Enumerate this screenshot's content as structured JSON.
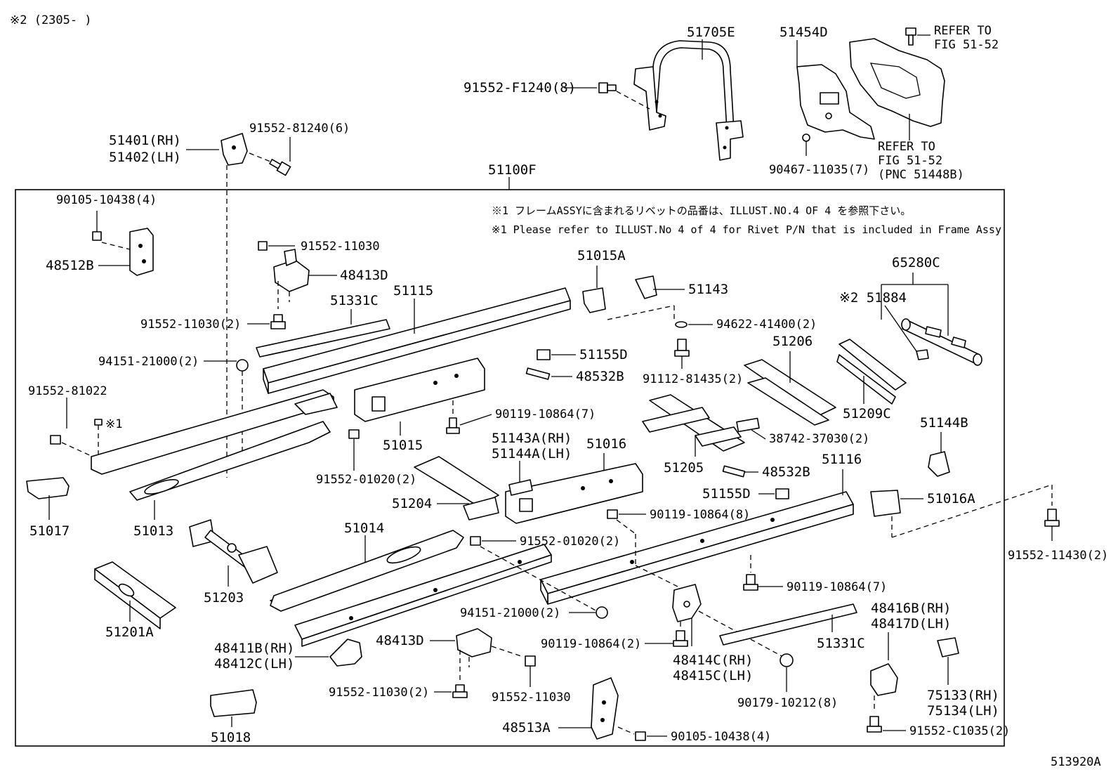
{
  "header": {
    "note_top": "※2 (2305-      )"
  },
  "footer": {
    "figure_code": "513920A"
  },
  "frame": {
    "label": "51100F"
  },
  "notes": {
    "jp": "※1 フレームASSYに含まれるリベットの品番は、ILLUST.NO.4  OF  4  を参照下さい。",
    "en": "※1 Please refer to ILLUST.No 4 of 4 for Rivet P/N that is included in Frame Assy"
  },
  "refs": {
    "top_right_1": "REFER TO",
    "top_right_2": "FIG 51-52",
    "right_1": "REFER TO",
    "right_2": "FIG 51-52",
    "right_3": "(PNC 51448B)"
  },
  "labels": {
    "p51705E": "51705E",
    "p51454D": "51454D",
    "p91552F1240": "91552-F1240(8)",
    "p90467": "90467-11035(7)",
    "p51401": "51401(RH)",
    "p51402": "51402(LH)",
    "p9155281240": "91552-81240(6)",
    "p9010510438a": "90105-10438(4)",
    "p48512B": "48512B",
    "p9155211030a": "91552-11030",
    "p48413Da": "48413D",
    "p51331Ca": "51331C",
    "p51115": "51115",
    "p9155211030b": "91552-11030(2)",
    "p9415121000a": "94151-21000(2)",
    "p9155281022": "91552-81022",
    "star1": "※1",
    "p51017": "51017",
    "p51013": "51013",
    "p51015A": "51015A",
    "p51143": "51143",
    "p9462241400": "94622-41400(2)",
    "p51155Da": "51155D",
    "p48532Ba": "48532B",
    "p9111281435": "91112-81435(2)",
    "p51015": "51015",
    "p9011910864a": "90119-10864(7)",
    "p9155201020a": "91552-01020(2)",
    "p65280C": "65280C",
    "p51884": "※2 51884",
    "p51206": "51206",
    "p51209C": "51209C",
    "p3874237030": "38742-37030(2)",
    "p51205": "51205",
    "p48532Bb": "48532B",
    "p51144B": "51144B",
    "p51143A": "51143A(RH)",
    "p51144A": "51144A(LH)",
    "p51016": "51016",
    "p51204": "51204",
    "p51116": "51116",
    "p51155Db": "51155D",
    "p51016A": "51016A",
    "p9011910864b": "90119-10864(8)",
    "p9155211430": "91552-11430(2)",
    "p51014": "51014",
    "p9155201020b": "91552-01020(2)",
    "p51203": "51203",
    "p51201A": "51201A",
    "p9011910864c": "90119-10864(7)",
    "p9415121000b": "94151-21000(2)",
    "p9011910864d": "90119-10864(2)",
    "p48416B": "48416B(RH)",
    "p48417D": "48417D(LH)",
    "p51331Cb": "51331C",
    "p48411B": "48411B(RH)",
    "p48412C": "48412C(LH)",
    "p48413Db": "48413D",
    "p48414C": "48414C(RH)",
    "p48415C": "48415C(LH)",
    "p9017910212": "90179-10212(8)",
    "p9155211030c": "91552-11030(2)",
    "p9155211030d": "91552-11030",
    "p75133": "75133(RH)",
    "p75134": "75134(LH)",
    "p51018": "51018",
    "p48513A": "48513A",
    "p9010510438b": "90105-10438(4)",
    "p91552C1035": "91552-C1035(2)"
  }
}
